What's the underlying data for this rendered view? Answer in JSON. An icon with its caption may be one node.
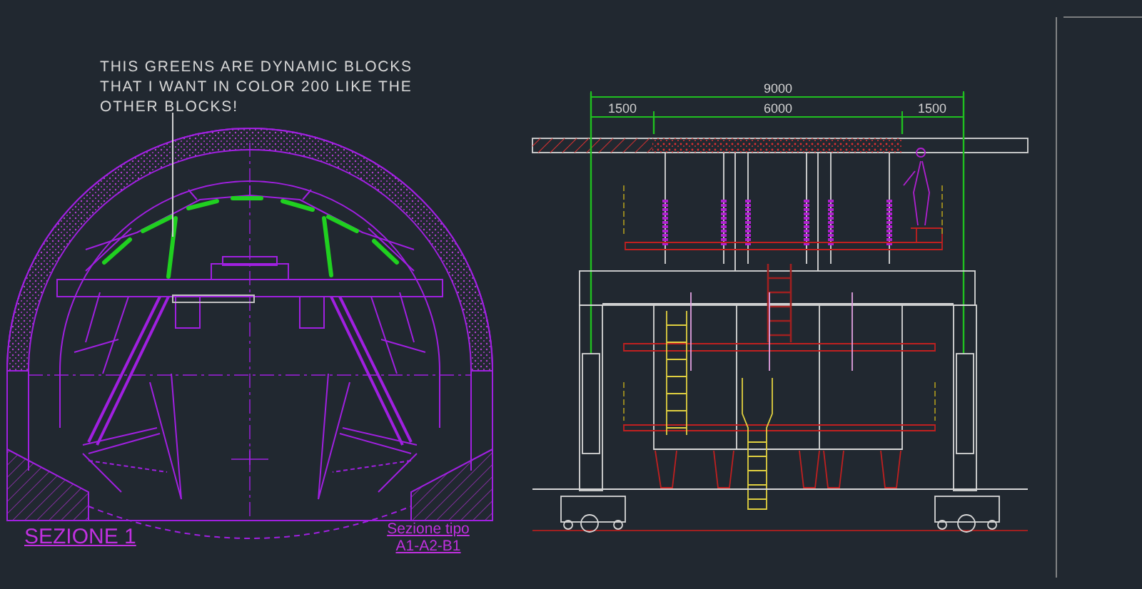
{
  "diagram": {
    "nodes": [
      {
        "text": [
          "THIS GREENS ARE DYNAMIC BLOCKS THAT I WANT IN COLOR 200 LIKE THE OTHER BLOCKS!"
        ]
      },
      {
        "text": [],
        "shape": "picture"
      }
    ],
    "edges": [
      {
        "from": 0,
        "to": 1,
        "arrow": "none"
      }
    ],
    "labels": [
      "9000",
      "1500",
      "6000",
      "1500",
      "SEZIONE 1",
      "Sezione tipo A1-A2-B1"
    ]
  }
}
